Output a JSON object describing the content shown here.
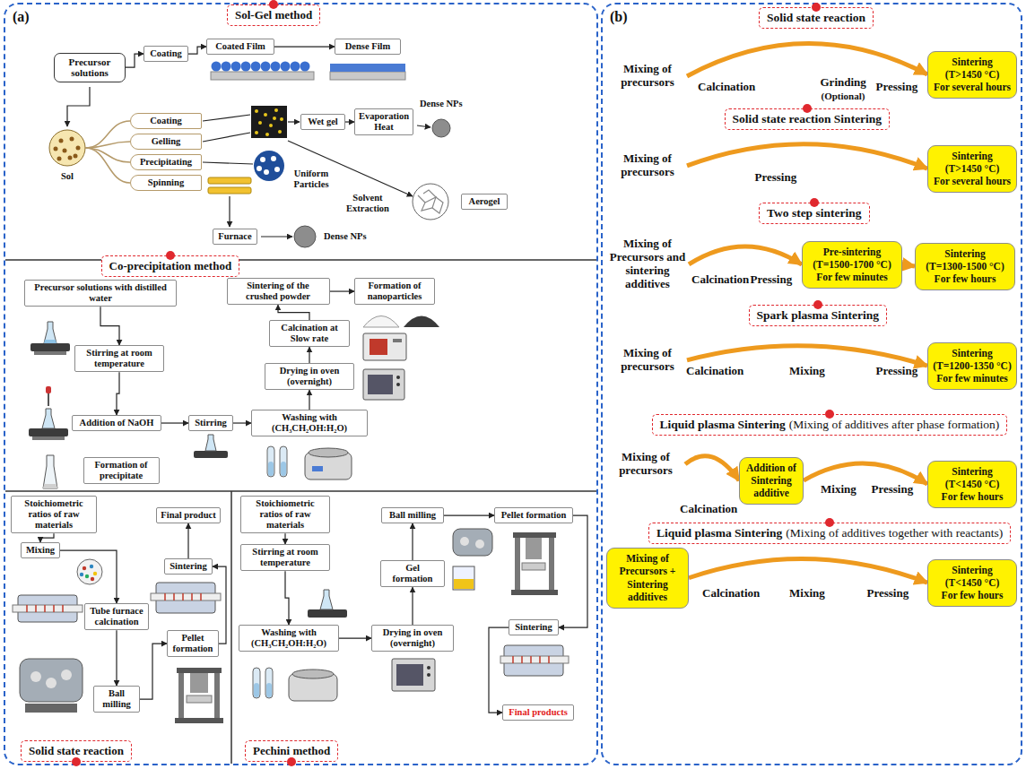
{
  "diagram": {
    "nodes": [
      {
        "text": [
          "(a)"
        ]
      },
      {
        "text": [
          "Sol-Gel method"
        ],
        "in": 0
      },
      {
        "text": [
          "Precursor solutions"
        ],
        "in": 0
      },
      {
        "text": [
          "Coating"
        ],
        "in": 0
      },
      {
        "text": [
          "Coated Film"
        ],
        "in": 0
      },
      {
        "text": [
          "Dense Film"
        ],
        "in": 0
      },
      {
        "text": [
          "Coating"
        ],
        "in": 0
      },
      {
        "text": [
          "Gelling"
        ],
        "in": 0
      },
      {
        "text": [
          "Precipitating"
        ],
        "in": 0
      },
      {
        "text": [
          "Spinning"
        ],
        "in": 0
      },
      {
        "text": [
          "Wet gel"
        ],
        "in": 0
      },
      {
        "text": [
          "Evaporation Heat"
        ],
        "in": 0
      },
      {
        "text": [
          "Aerogel"
        ],
        "in": 0
      },
      {
        "text": [
          "Furnace"
        ],
        "in": 0
      },
      {
        "text": [
          "Co-precipitation method"
        ],
        "in": 0
      },
      {
        "text": [
          "Precursor solutions with distilled water"
        ],
        "in": 0
      },
      {
        "text": [
          "Stirring at room temperature"
        ],
        "in": 0
      },
      {
        "text": [
          "Addition of NaOH"
        ],
        "in": 0
      },
      {
        "text": [
          "Formation of precipitate"
        ],
        "in": 0
      },
      {
        "text": [
          "Stirring"
        ],
        "in": 0
      },
      {
        "text": [
          "Washing with (CH₃CH₂OH:H₂O)"
        ],
        "in": 0
      },
      {
        "text": [
          "Drying in oven (overnight)"
        ],
        "in": 0
      },
      {
        "text": [
          "Calcination at Slow rate"
        ],
        "in": 0
      },
      {
        "text": [
          "Sintering of the crushed powder"
        ],
        "in": 0
      },
      {
        "text": [
          "Formation of nanoparticles"
        ],
        "in": 0
      },
      {
        "text": [
          "Solid state reaction"
        ],
        "in": 0
      },
      {
        "text": [
          "Stoichiometric ratios of raw materials"
        ],
        "in": 0
      },
      {
        "text": [
          "Mixing"
        ],
        "in": 0
      },
      {
        "text": [
          "Tube furnace calcination"
        ],
        "in": 0
      },
      {
        "text": [
          "Ball milling"
        ],
        "in": 0
      },
      {
        "text": [
          "Pellet formation"
        ],
        "in": 0
      },
      {
        "text": [
          "Sintering"
        ],
        "in": 0
      },
      {
        "text": [
          "Final product"
        ],
        "in": 0
      },
      {
        "text": [
          "Pechini method"
        ],
        "in": 0
      },
      {
        "text": [
          "Stoichiometric ratios of raw materials"
        ],
        "in": 0
      },
      {
        "text": [
          "Stirring at room temperature"
        ],
        "in": 0
      },
      {
        "text": [
          "Washing with (CH₃CH₂OH:H₂O)"
        ],
        "in": 0
      },
      {
        "text": [
          "Drying in oven (overnight)"
        ],
        "in": 0
      },
      {
        "text": [
          "Gel formation"
        ],
        "in": 0
      },
      {
        "text": [
          "Ball milling"
        ],
        "in": 0
      },
      {
        "text": [
          "Pellet formation"
        ],
        "in": 0
      },
      {
        "text": [
          "Sintering"
        ],
        "in": 0
      },
      {
        "text": [
          "Final products"
        ],
        "in": 0
      },
      {
        "text": [
          "(b)"
        ]
      },
      {
        "text": [
          "Solid state reaction"
        ],
        "in": 43
      },
      {
        "text": [
          "Mixing of precursors"
        ],
        "in": 43
      },
      {
        "text": [
          "Sintering",
          "(T>1450 °C)",
          "For several hours"
        ],
        "in": 43
      },
      {
        "text": [
          "Solid state reaction Sintering"
        ],
        "in": 43
      },
      {
        "text": [
          "Mixing of precursors"
        ],
        "in": 43
      },
      {
        "text": [
          "Sintering",
          "(T>1450 °C)",
          "For several hours"
        ],
        "in": 43
      },
      {
        "text": [
          "Two step sintering"
        ],
        "in": 43
      },
      {
        "text": [
          "Mixing of Precursors and sintering additives"
        ],
        "in": 43
      },
      {
        "text": [
          "Pre-sintering",
          "(T=1500-1700 °C)",
          "For few minutes"
        ],
        "in": 43
      },
      {
        "text": [
          "Sintering",
          "(T=1300-1500 °C)",
          "For few hours"
        ],
        "in": 43
      },
      {
        "text": [
          "Spark plasma Sintering"
        ],
        "in": 43
      },
      {
        "text": [
          "Mixing of precursors"
        ],
        "in": 43
      },
      {
        "text": [
          "Sintering",
          "(T=1200-1350 °C)",
          "For few minutes"
        ],
        "in": 43
      },
      {
        "text": [
          "Liquid plasma Sintering",
          "(Mixing of additives after phase formation)"
        ],
        "in": 43
      },
      {
        "text": [
          "Mixing of precursors"
        ],
        "in": 43
      },
      {
        "text": [
          "Addition of Sintering additive"
        ],
        "in": 43
      },
      {
        "text": [
          "Sintering",
          "(T<1450 °C)",
          "For few hours"
        ],
        "in": 43
      },
      {
        "text": [
          "Liquid plasma Sintering",
          "(Mixing of additives together with reactants)"
        ],
        "in": 43
      },
      {
        "text": [
          "Mixing of Precursors + Sintering additives"
        ],
        "in": 43
      },
      {
        "text": [
          "Sintering",
          "(T<1450 °C)",
          "For few hours"
        ],
        "in": 43
      }
    ],
    "edges": [
      {
        "from": 2,
        "to": 3,
        "arrow": "to"
      },
      {
        "from": 3,
        "to": 4,
        "arrow": "to"
      },
      {
        "from": 4,
        "to": 5,
        "arrow": "to"
      },
      {
        "from": 10,
        "to": 11,
        "arrow": "to"
      },
      {
        "from": 15,
        "to": 16,
        "arrow": "to"
      },
      {
        "from": 16,
        "to": 17,
        "arrow": "to"
      },
      {
        "from": 17,
        "to": 19,
        "arrow": "to"
      },
      {
        "from": 19,
        "to": 20,
        "arrow": "to"
      },
      {
        "from": 20,
        "to": 21,
        "arrow": "to"
      },
      {
        "from": 21,
        "to": 22,
        "arrow": "to"
      },
      {
        "from": 22,
        "to": 23,
        "arrow": "to"
      },
      {
        "from": 23,
        "to": 24,
        "arrow": "to"
      },
      {
        "from": 26,
        "to": 27,
        "arrow": "to"
      },
      {
        "from": 27,
        "to": 28,
        "arrow": "to"
      },
      {
        "from": 28,
        "to": 29,
        "arrow": "to"
      },
      {
        "from": 29,
        "to": 30,
        "arrow": "to"
      },
      {
        "from": 30,
        "to": 31,
        "arrow": "to"
      },
      {
        "from": 31,
        "to": 32,
        "arrow": "to"
      },
      {
        "from": 34,
        "to": 35,
        "arrow": "to"
      },
      {
        "from": 35,
        "to": 36,
        "arrow": "to"
      },
      {
        "from": 36,
        "to": 37,
        "arrow": "to"
      },
      {
        "from": 37,
        "to": 38,
        "arrow": "to"
      },
      {
        "from": 38,
        "to": 39,
        "arrow": "to"
      },
      {
        "from": 39,
        "to": 40,
        "arrow": "to"
      },
      {
        "from": 40,
        "to": 41,
        "arrow": "to"
      },
      {
        "from": 41,
        "to": 42,
        "arrow": "to"
      },
      {
        "from": 45,
        "to": 46,
        "arrow": "to"
      },
      {
        "from": 48,
        "to": 49,
        "arrow": "to"
      },
      {
        "from": 51,
        "to": 52,
        "arrow": "to"
      },
      {
        "from": 52,
        "to": 53,
        "arrow": "to"
      },
      {
        "from": 55,
        "to": 56,
        "arrow": "to"
      },
      {
        "from": 58,
        "to": 59,
        "arrow": "to"
      },
      {
        "from": 59,
        "to": 60,
        "arrow": "to"
      },
      {
        "from": 62,
        "to": 63,
        "arrow": "to"
      }
    ],
    "labels": [
      "Sol",
      "Uniform Particles",
      "Solvent Extraction",
      "Dense NPs",
      "Dense NPs",
      "Calcination",
      "Grinding",
      "(Optional)",
      "Pressing",
      "Pressing",
      "Calcination",
      "Pressing",
      "Calcination",
      "Mixing",
      "Pressing",
      "Calcination",
      "Mixing",
      "Pressing",
      "Calcination",
      "Mixing",
      "Pressing"
    ]
  }
}
